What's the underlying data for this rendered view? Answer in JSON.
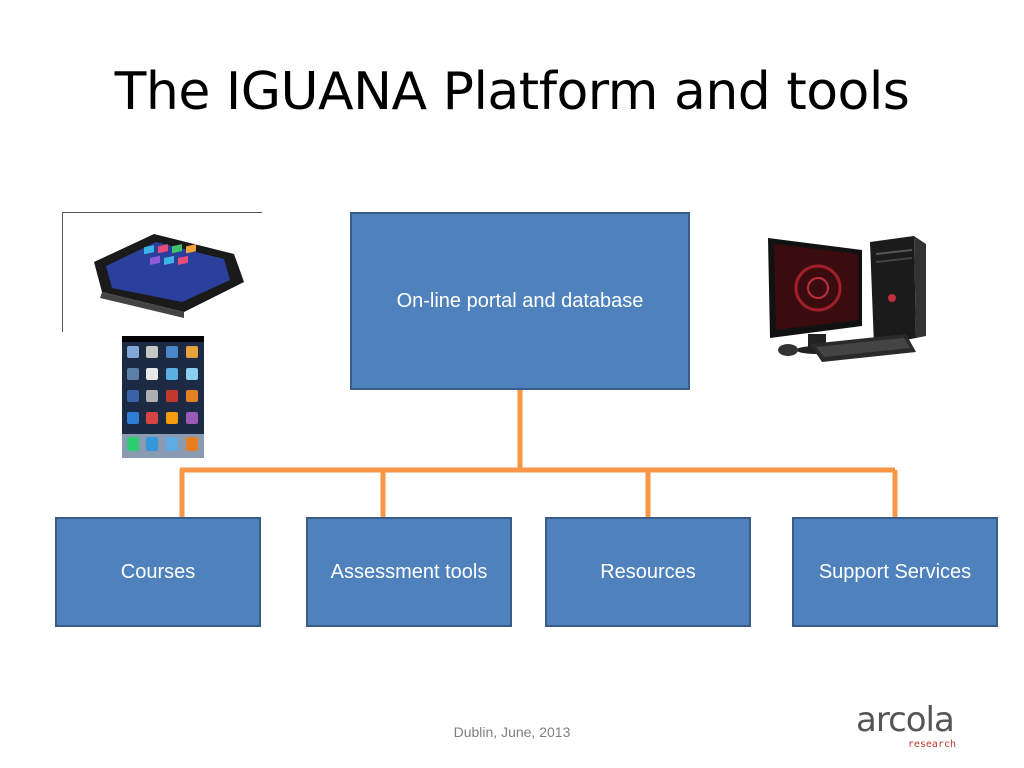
{
  "slide": {
    "title": "The IGUANA Platform and tools",
    "footer": "Dublin, June, 2013"
  },
  "diagram": {
    "root": "On-line portal and database",
    "children": [
      "Courses",
      "Assessment tools",
      "Resources",
      "Support Services"
    ],
    "colors": {
      "box_fill": "#4f81bd",
      "box_border": "#385d8a",
      "connector": "#f79646"
    }
  },
  "logo": {
    "main": "arcola",
    "sub": "research"
  },
  "images": {
    "tablet": "tablet-image",
    "phone": "smartphone-image",
    "desktop": "desktop-computer-image"
  }
}
